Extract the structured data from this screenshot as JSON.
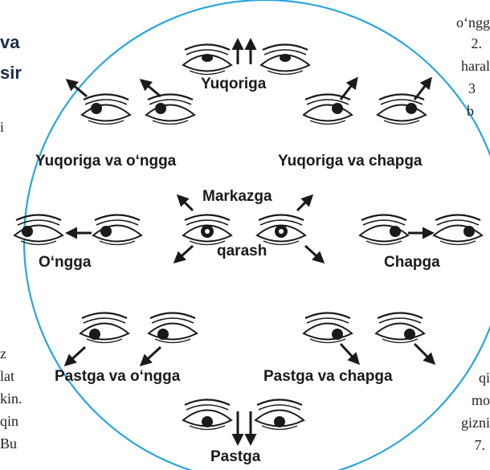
{
  "colors": {
    "circle": "#2aa6dc",
    "ink": "#1a1a1a",
    "edge_heading": "#1d2d4a"
  },
  "diagram": {
    "labels": {
      "up": "Yuqoriga",
      "up_right": "Yuqoriga va o‘ngga",
      "up_left": "Yuqoriga va chapga",
      "center_top": "Markazga",
      "center_bottom": "qarash",
      "right": "O‘ngga",
      "left": "Chapga",
      "down_right": "Pastga va o‘ngga",
      "down_left": "Pastga va chapga",
      "down": "Pastga"
    }
  },
  "edge_text": {
    "left": [
      "va",
      "sir",
      "i",
      "z",
      "lat",
      "kin.",
      "qin",
      "Bu"
    ],
    "right": [
      "o‘ngg",
      "2.",
      "haral",
      "3",
      "b",
      "qi",
      "mo",
      "gizni",
      "7."
    ]
  }
}
